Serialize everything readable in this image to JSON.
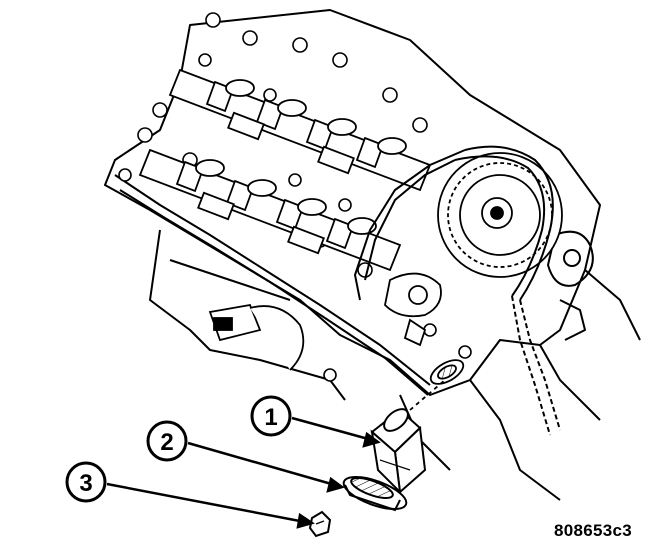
{
  "callouts": [
    {
      "label": "1",
      "part": "timing-chain-tensioner"
    },
    {
      "label": "2",
      "part": "tensioner-seal"
    },
    {
      "label": "3",
      "part": "tensioner-plug"
    }
  ],
  "figure_id": "808653c3",
  "colors": {
    "ink": "#000000",
    "paper": "#ffffff"
  }
}
